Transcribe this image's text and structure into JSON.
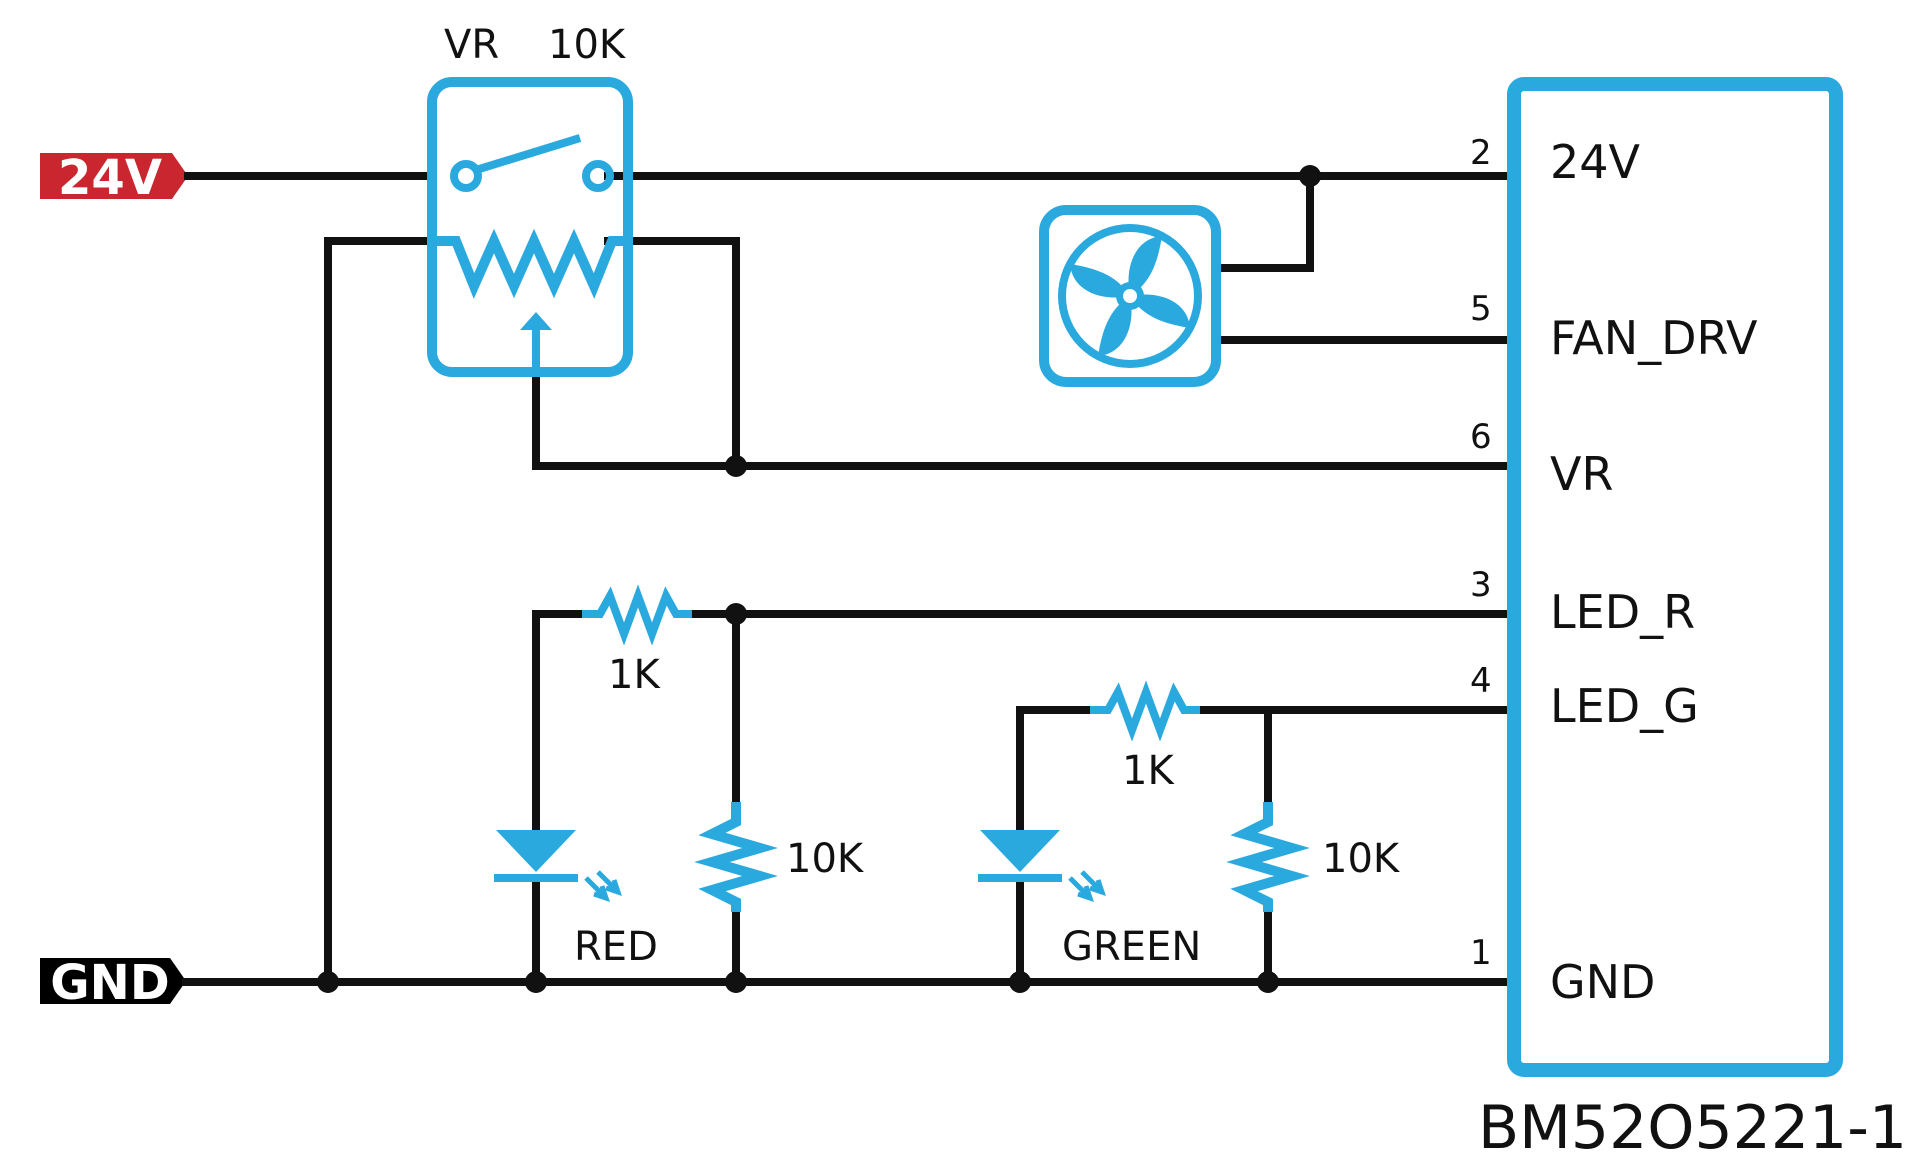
{
  "colors": {
    "wire": "#111111",
    "component": "#2aa9df",
    "power_port": "#c9262f",
    "ground_port": "#000000",
    "background": "#ffffff"
  },
  "ports": {
    "power": "24V",
    "ground": "GND"
  },
  "potentiometer": {
    "ref": "VR",
    "value": "10K"
  },
  "fan": {
    "icon": "fan-icon"
  },
  "red_led": {
    "series_resistor": "1K",
    "pulldown_resistor": "10K",
    "label": "RED"
  },
  "green_led": {
    "series_resistor": "1K",
    "pulldown_resistor": "10K",
    "label": "GREEN"
  },
  "module": {
    "part_number": "BM52O5221-1",
    "pins": [
      {
        "number": "2",
        "name": "24V"
      },
      {
        "number": "5",
        "name": "FAN_DRV"
      },
      {
        "number": "6",
        "name": "VR"
      },
      {
        "number": "3",
        "name": "LED_R"
      },
      {
        "number": "4",
        "name": "LED_G"
      },
      {
        "number": "1",
        "name": "GND"
      }
    ]
  }
}
